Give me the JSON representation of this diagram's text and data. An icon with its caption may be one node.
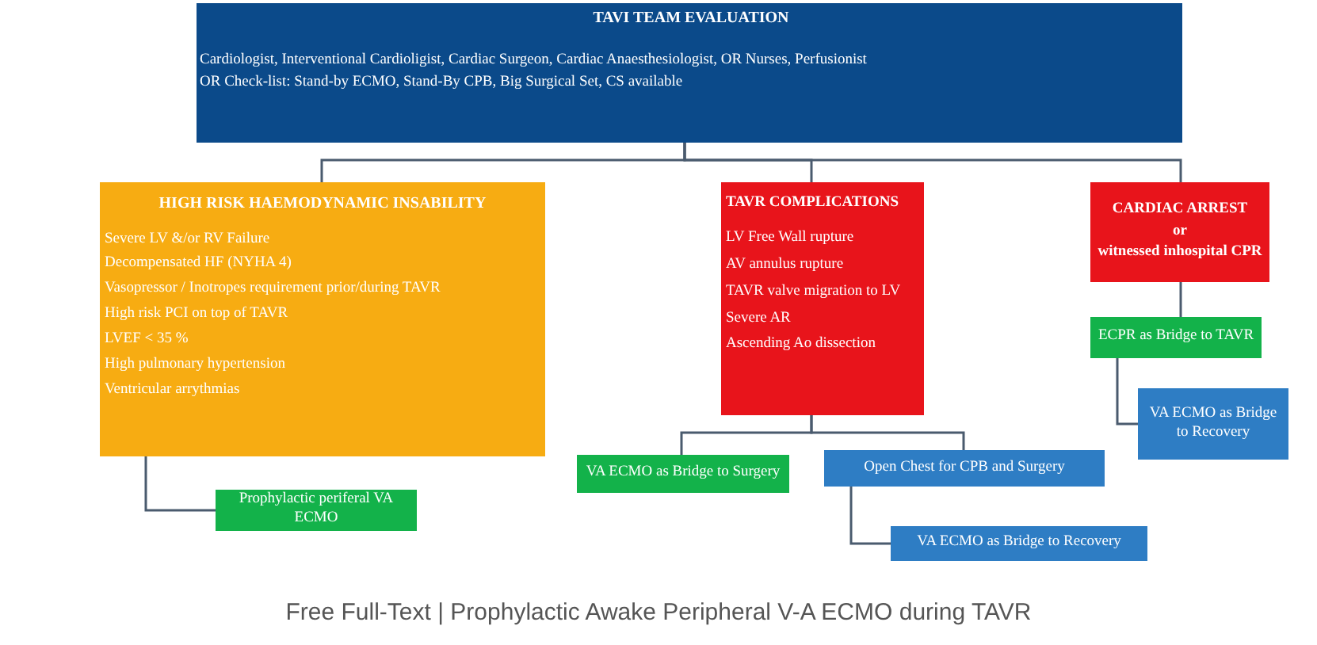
{
  "diagram": {
    "caption": "Free Full-Text | Prophylactic Awake Peripheral V-A ECMO during TAVR",
    "nodes": [
      {
        "text": [
          "TAVI TEAM EVALUATION",
          "Cardiologist, Interventional Cardioligist, Cardiac Surgeon, Cardiac Anaesthesiologist, OR Nurses, Perfusionist",
          "OR Check-list: Stand-by ECMO, Stand-By CPB, Big Surgical Set, CS available"
        ]
      },
      {
        "text": [
          "HIGH RISK HAEMODYNAMIC INSABILITY",
          "Severe LV &/or RV Failure",
          "Decompensated HF (NYHA 4)",
          "Vasopressor / Inotropes requirement prior/during TAVR",
          "High risk PCI on top of TAVR",
          "LVEF < 35 %",
          "High pulmonary hypertension",
          "Ventricular arrythmias"
        ]
      },
      {
        "text": [
          "TAVR COMPLICATIONS",
          "LV Free Wall rupture",
          "AV annulus rupture",
          "TAVR valve migration to LV",
          "Severe AR",
          "Ascending Ao dissection"
        ]
      },
      {
        "text": [
          "CARDIAC ARREST",
          "or",
          "witnessed inhospital CPR"
        ]
      },
      {
        "text": [
          "ECPR as Bridge to TAVR"
        ]
      },
      {
        "text": [
          "VA ECMO as Bridge to Recovery"
        ]
      },
      {
        "text": [
          "Prophylactic periferal VA ECMO"
        ]
      },
      {
        "text": [
          "VA ECMO as Bridge to Surgery"
        ]
      },
      {
        "text": [
          "Open Chest for CPB and Surgery"
        ]
      },
      {
        "text": [
          "VA ECMO as Bridge to Recovery"
        ]
      }
    ],
    "edges": [
      {
        "from": 0,
        "to": 1,
        "arrow": "none"
      },
      {
        "from": 0,
        "to": 2,
        "arrow": "none"
      },
      {
        "from": 0,
        "to": 3,
        "arrow": "none"
      },
      {
        "from": 1,
        "to": 6,
        "arrow": "none"
      },
      {
        "from": 2,
        "to": 7,
        "arrow": "none"
      },
      {
        "from": 2,
        "to": 8,
        "arrow": "none"
      },
      {
        "from": 3,
        "to": 4,
        "arrow": "none"
      },
      {
        "from": 4,
        "to": 5,
        "arrow": "none"
      },
      {
        "from": 8,
        "to": 9,
        "arrow": "none"
      }
    ]
  }
}
